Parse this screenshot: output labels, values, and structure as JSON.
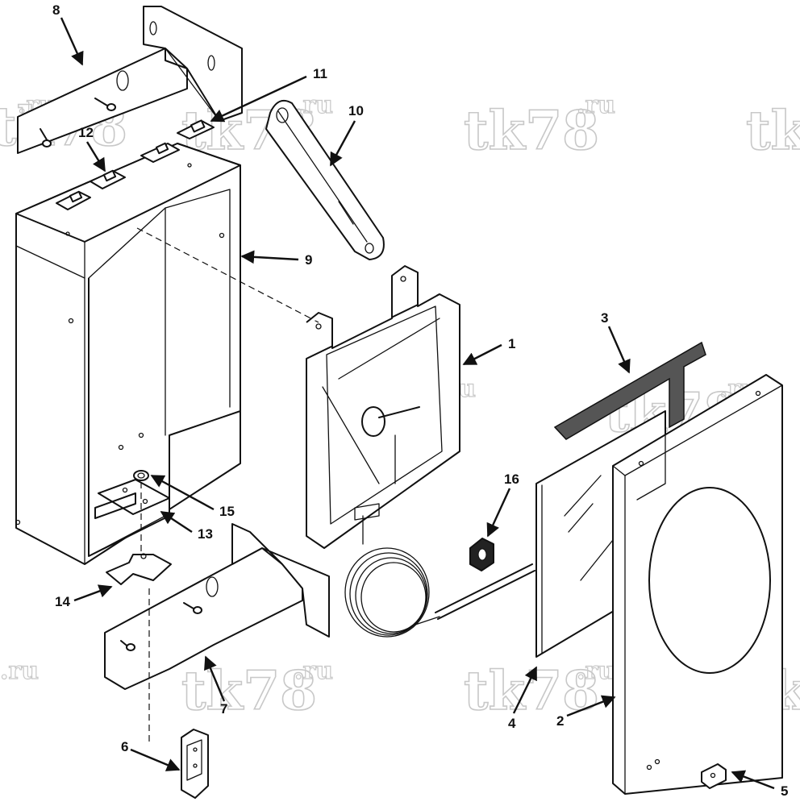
{
  "watermark": {
    "main": "tk78",
    "suffix": ".ru"
  },
  "callouts": {
    "p1": "1",
    "p2": "2",
    "p3": "3",
    "p4": "4",
    "p5": "5",
    "p6": "6",
    "p7": "7",
    "p8": "8",
    "p9": "9",
    "p10": "10",
    "p11": "11",
    "p12": "12",
    "p13": "13",
    "p14": "14",
    "p15": "15",
    "p16": "16"
  },
  "colors": {
    "line": "#111111",
    "background": "#ffffff",
    "watermark": "#c8c8c8"
  }
}
